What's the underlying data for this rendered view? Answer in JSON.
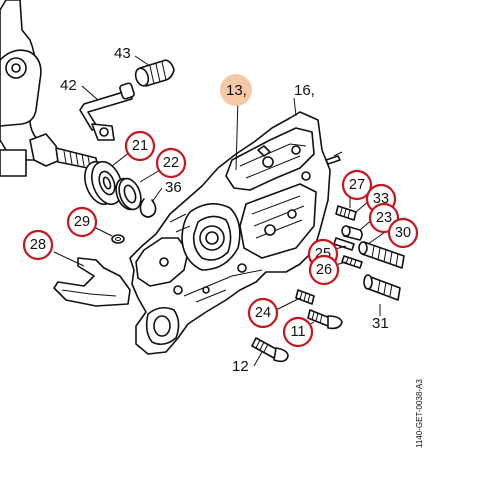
{
  "colors": {
    "circle_stroke": "#c8161d",
    "highlight_fill": "#f6c9a6",
    "line": "#111111"
  },
  "labels": {
    "l43": "43",
    "l42": "42",
    "l13": "13,",
    "l16": "16,",
    "l21": "21",
    "l22": "22",
    "l36": "36",
    "l29": "29",
    "l28": "28",
    "l27": "27",
    "l33": "33",
    "l23": "23",
    "l30": "30",
    "l25": "25",
    "l26": "26",
    "l24": "24",
    "l11": "11",
    "l31": "31",
    "l12": "12"
  },
  "drawing_code": "1140-GET-0038-A3"
}
